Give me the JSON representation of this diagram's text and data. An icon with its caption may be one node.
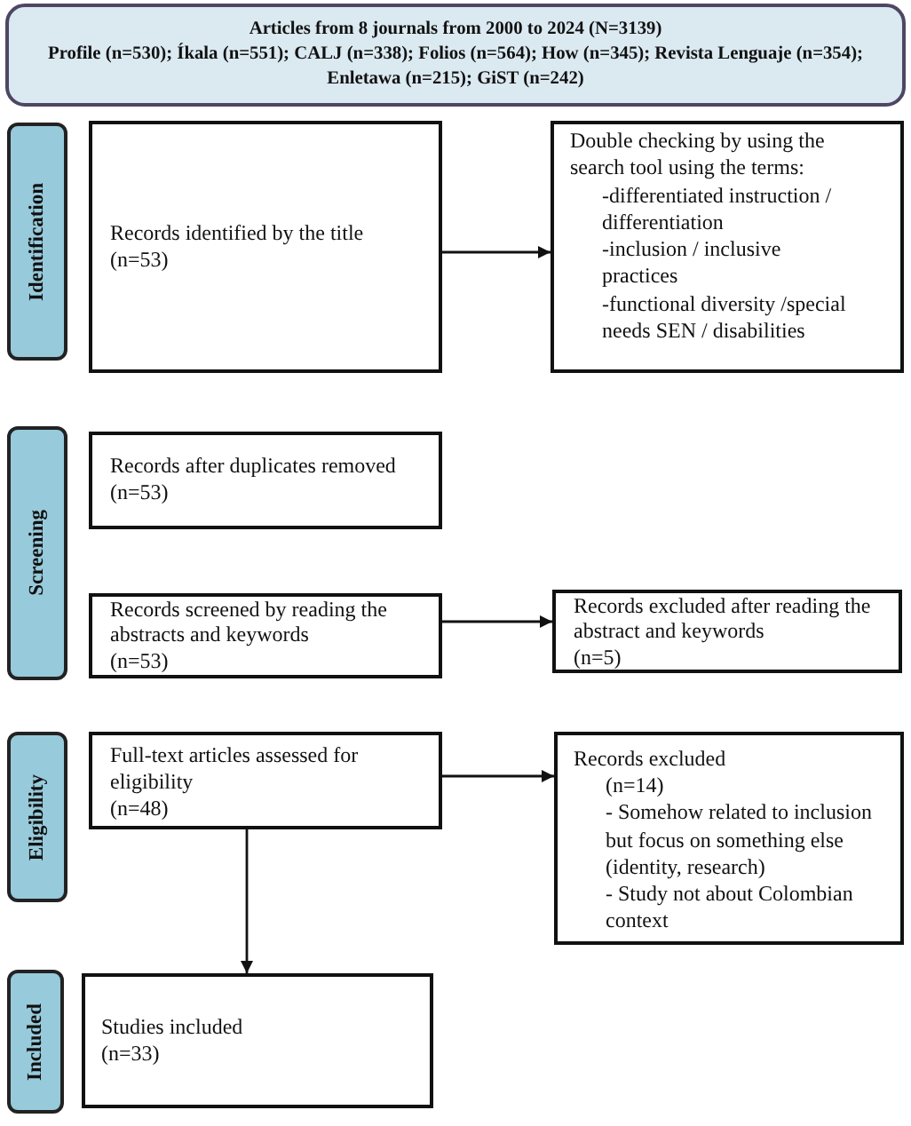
{
  "diagram": {
    "nodes": [
      {
        "text": [
          "Articles from 8 journals from 2000 to 2024 (N=3139)",
          "Profile (n=530); Íkala (n=551); CALJ (n=338); Folios (n=564); How (n=345); Revista Lenguaje (n=354); Enletawa (n=215); GiST (n=242)"
        ]
      },
      {
        "text": [
          "Identification"
        ]
      },
      {
        "text": [
          "Records identified by the title",
          "(n=53)"
        ]
      },
      {
        "text": [
          "Double checking by using the search tool using the terms:",
          "-differentiated instruction / differentiation",
          "-inclusion / inclusive practices",
          "-functional diversity /special needs SEN / disabilities"
        ]
      },
      {
        "text": [
          "Screening"
        ]
      },
      {
        "text": [
          "Records after duplicates removed",
          "(n=53)"
        ]
      },
      {
        "text": [
          "Records screened by reading the abstracts and keywords",
          "(n=53)"
        ]
      },
      {
        "text": [
          "Records excluded after reading the abstract and keywords",
          "(n=5)"
        ]
      },
      {
        "text": [
          "Eligibility"
        ]
      },
      {
        "text": [
          "Full-text articles assessed for eligibility",
          "(n=48)"
        ]
      },
      {
        "text": [
          "Records excluded",
          "(n=14)",
          "- Somehow related to inclusion but focus on something else (identity, research)",
          "- Study not about Colombian context"
        ]
      },
      {
        "text": [
          "Included"
        ]
      },
      {
        "text": [
          "Studies included",
          "(n=33)"
        ]
      }
    ],
    "edges": [
      {
        "from": 2,
        "to": 3,
        "arrow": "to"
      },
      {
        "from": 6,
        "to": 7,
        "arrow": "to"
      },
      {
        "from": 9,
        "to": 10,
        "arrow": "to"
      },
      {
        "from": 9,
        "to": 12,
        "arrow": "to"
      }
    ]
  }
}
